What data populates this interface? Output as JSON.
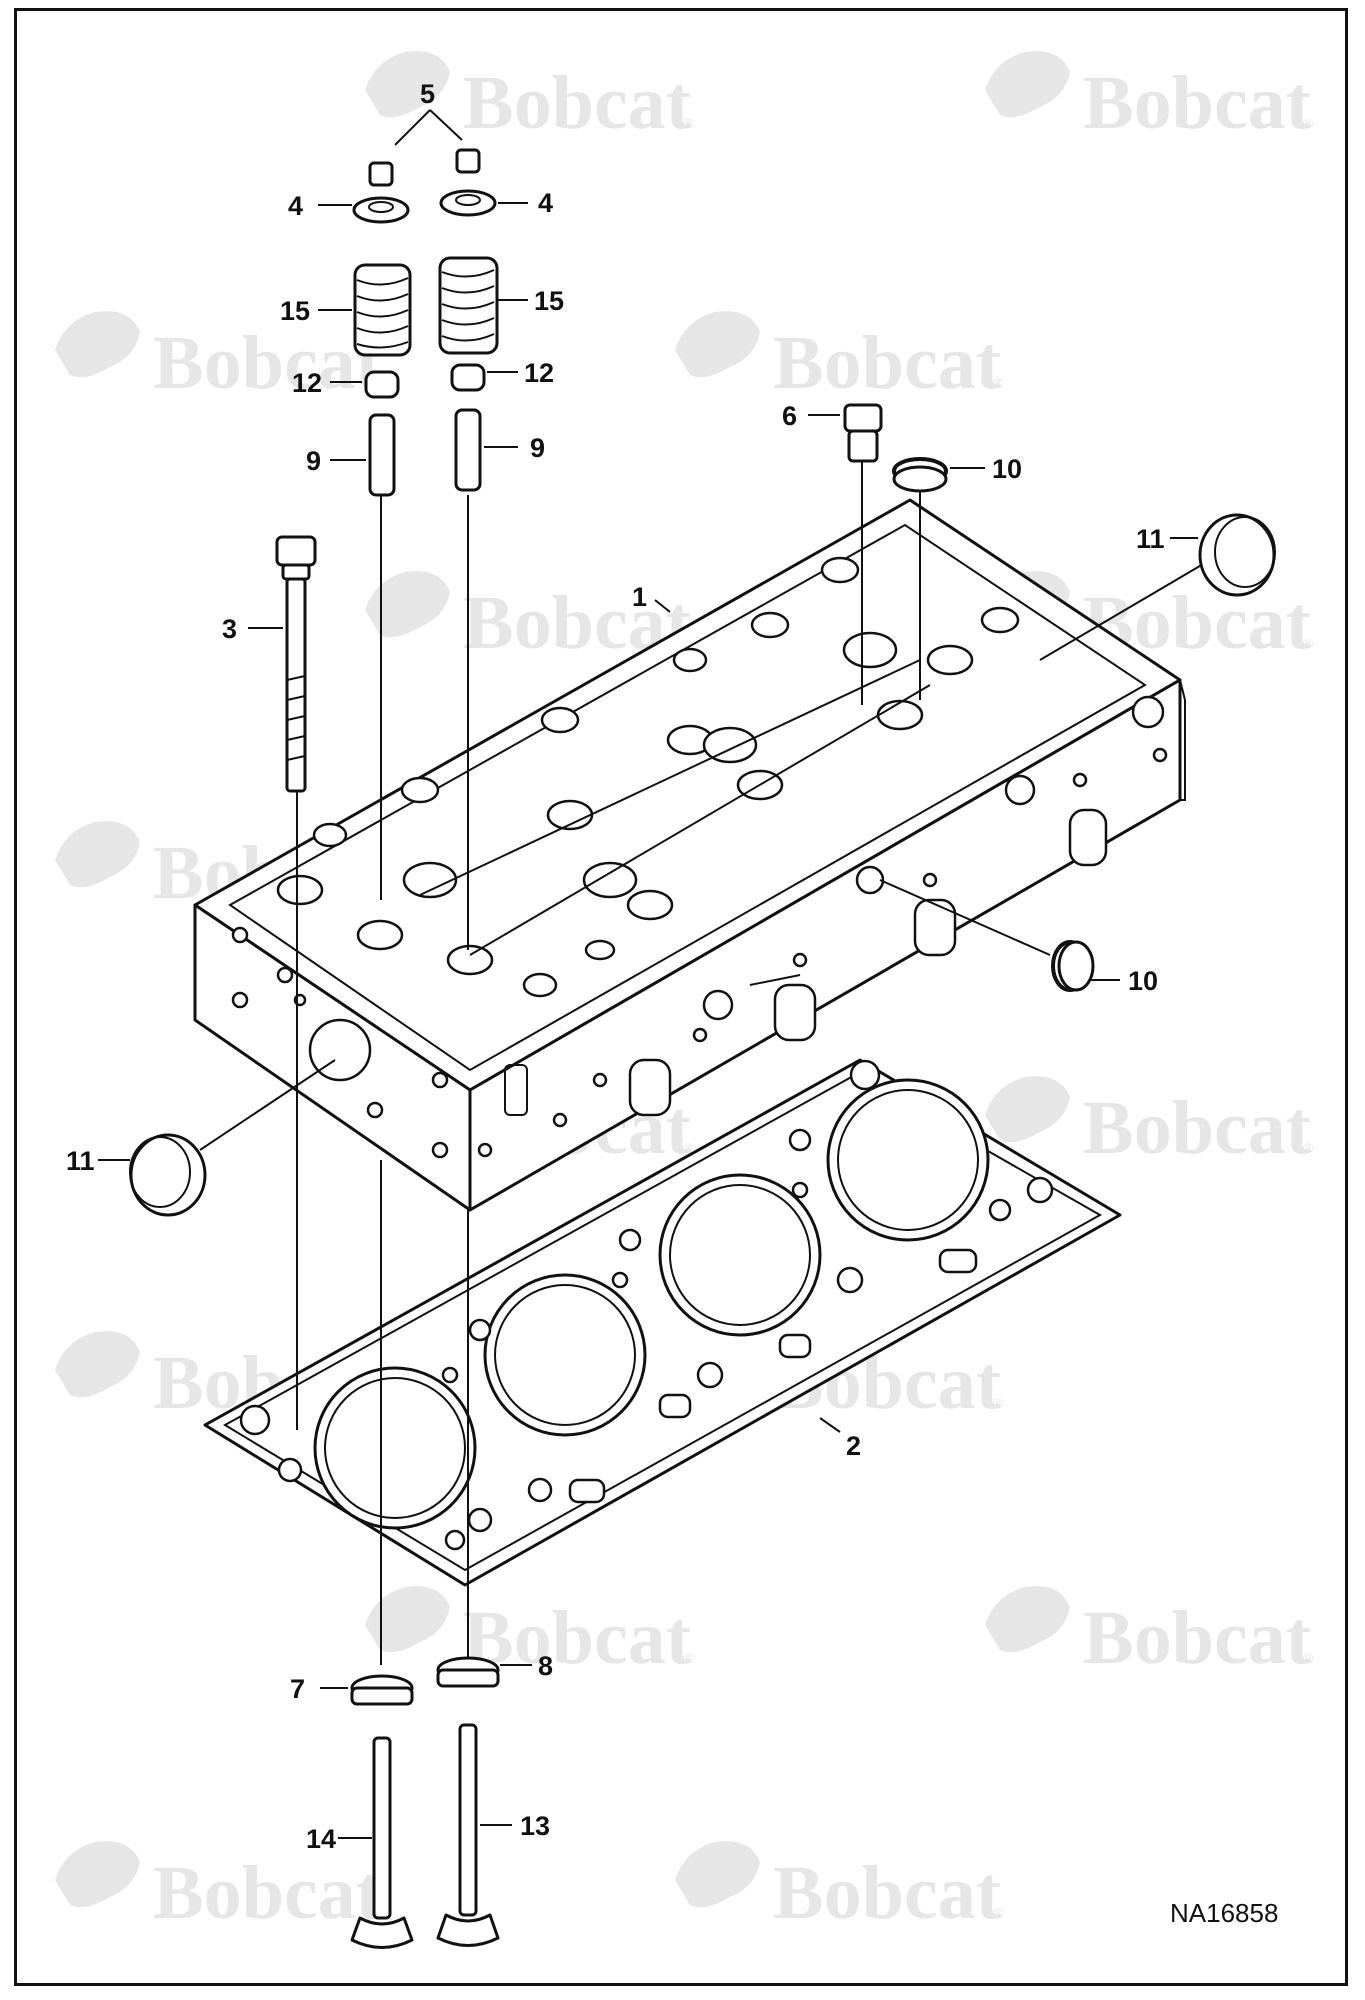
{
  "watermark": {
    "brand": "Bobcat",
    "reg": "®"
  },
  "figure_id": "NA16858",
  "callouts": {
    "c1": "1",
    "c2": "2",
    "c3": "3",
    "c4a": "4",
    "c4b": "4",
    "c5": "5",
    "c6": "6",
    "c7": "7",
    "c8": "8",
    "c9a": "9",
    "c9b": "9",
    "c10a": "10",
    "c10b": "10",
    "c11a": "11",
    "c11b": "11",
    "c12a": "12",
    "c12b": "12",
    "c13": "13",
    "c14": "14",
    "c15a": "15",
    "c15b": "15"
  },
  "colors": {
    "line": "#111111",
    "watermark": "#e6e6e6",
    "background": "#ffffff"
  }
}
